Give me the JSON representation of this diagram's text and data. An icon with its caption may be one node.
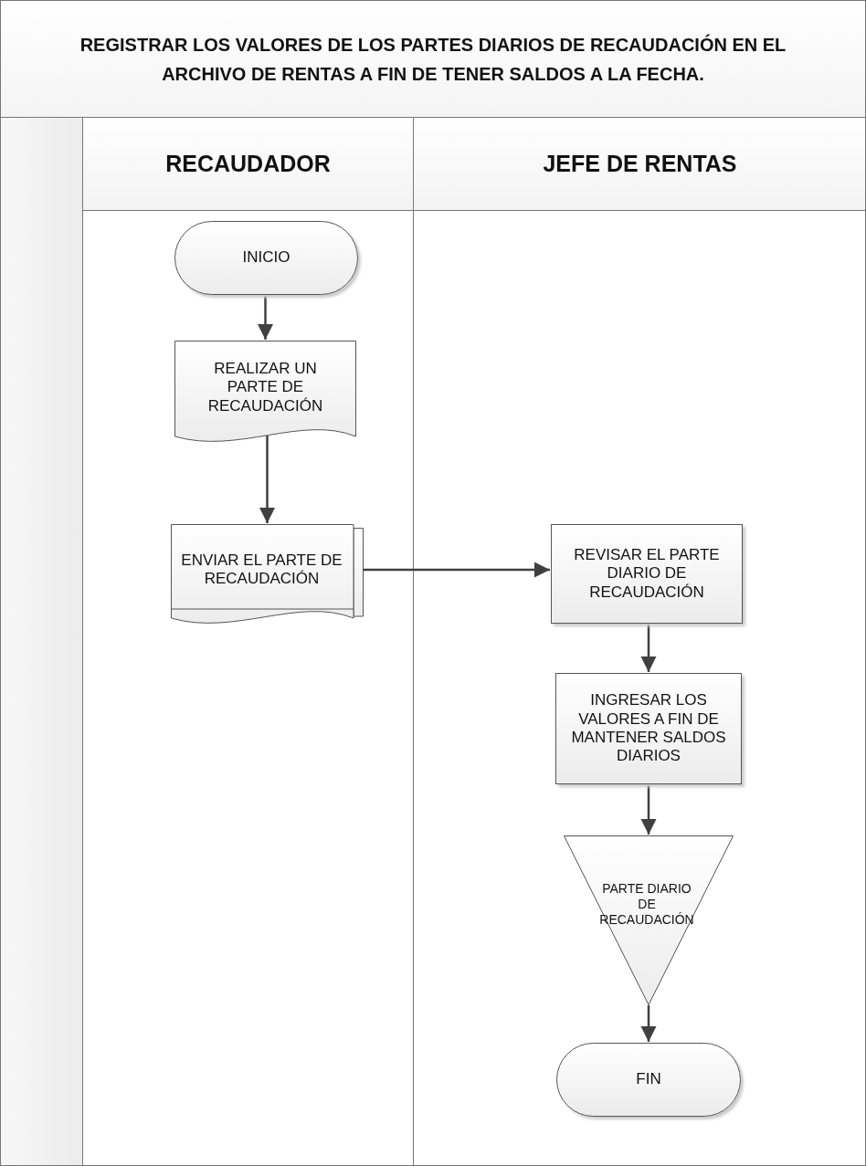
{
  "diagram": {
    "title": "REGISTRAR LOS VALORES DE LOS PARTES DIARIOS DE RECAUDACIÓN EN EL ARCHIVO DE RENTAS A FIN DE TENER SALDOS A LA FECHA.",
    "nodes": [
      {
        "text": [
          "RECAUDADOR"
        ]
      },
      {
        "text": [
          "JEFE DE RENTAS"
        ]
      },
      {
        "text": [
          "INICIO"
        ],
        "in": 0
      },
      {
        "text": [
          "REALIZAR UN PARTE DE RECAUDACIÓN"
        ],
        "in": 0
      },
      {
        "text": [
          "ENVIAR EL PARTE DE RECAUDACIÓN"
        ],
        "in": 0
      },
      {
        "text": [
          "REVISAR EL PARTE DIARIO DE RECAUDACIÓN"
        ],
        "in": 1
      },
      {
        "text": [
          "INGRESAR LOS VALORES  A FIN DE MANTENER SALDOS DIARIOS"
        ],
        "in": 1
      },
      {
        "text": [
          "PARTE DIARIO DE RECAUDACIÓN"
        ],
        "in": 1
      },
      {
        "text": [
          "FIN"
        ],
        "in": 1
      },
      {
        "text": [],
        "shape": "bar"
      }
    ],
    "edges": [
      {
        "from": 2,
        "to": 3,
        "arrow": "to"
      },
      {
        "from": 3,
        "to": 4,
        "arrow": "to"
      },
      {
        "from": 4,
        "to": 5,
        "arrow": "to"
      },
      {
        "from": 5,
        "to": 6,
        "arrow": "to"
      },
      {
        "from": 6,
        "to": 7,
        "arrow": "to"
      },
      {
        "from": 7,
        "to": 8,
        "arrow": "to"
      }
    ]
  }
}
